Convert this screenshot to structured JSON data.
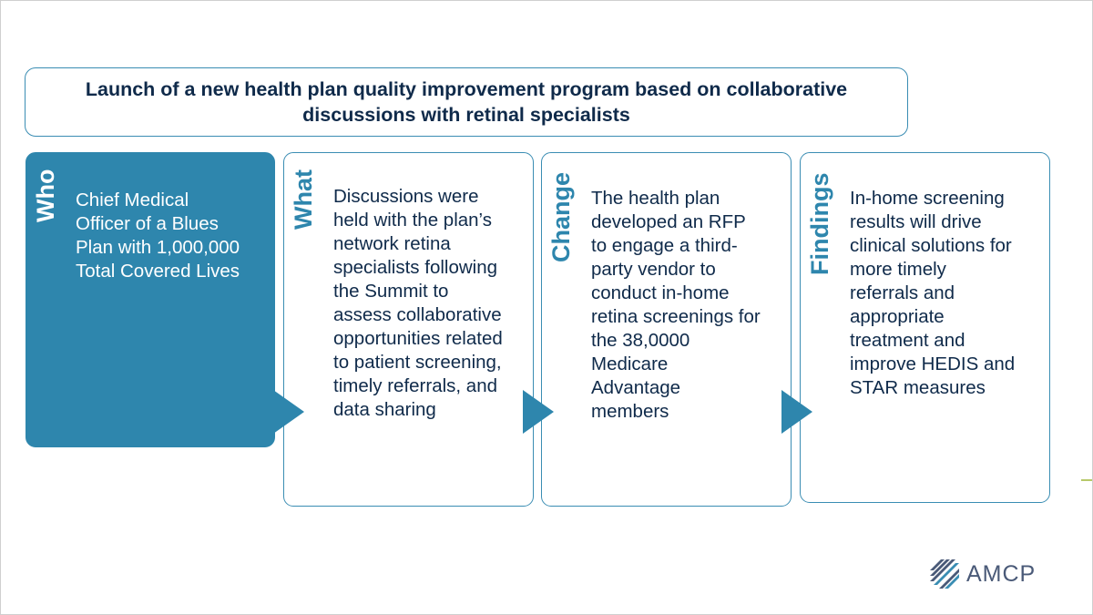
{
  "title": "Launch of a new health plan quality improvement program based on collaborative discussions with retinal specialists",
  "cards": [
    {
      "label": "Who",
      "text": "Chief Medical\nOfficer of a Blues\nPlan with 1,000,000\nTotal Covered Lives"
    },
    {
      "label": "What",
      "text": "Discussions were\nheld with the plan’s\nnetwork retina\nspecialists following\nthe Summit to\nassess collaborative\nopportunities related\nto patient screening,\ntimely referrals, and\ndata sharing"
    },
    {
      "label": "Change",
      "text": "The health plan\ndeveloped an RFP\nto engage a third-\nparty vendor to\nconduct in-home\nretina screenings for\nthe 38,0000\nMedicare\nAdvantage\nmembers"
    },
    {
      "label": "Findings",
      "text": "In-home screening\nresults will drive\nclinical solutions for\nmore timely\nreferrals and\nappropriate\ntreatment and\nimprove HEDIS and\nSTAR measures"
    }
  ],
  "logo": {
    "text": "AMCP",
    "icon": "amcp-logo-icon"
  },
  "colors": {
    "accent": "#2e86ad",
    "text": "#0f2a4a"
  }
}
